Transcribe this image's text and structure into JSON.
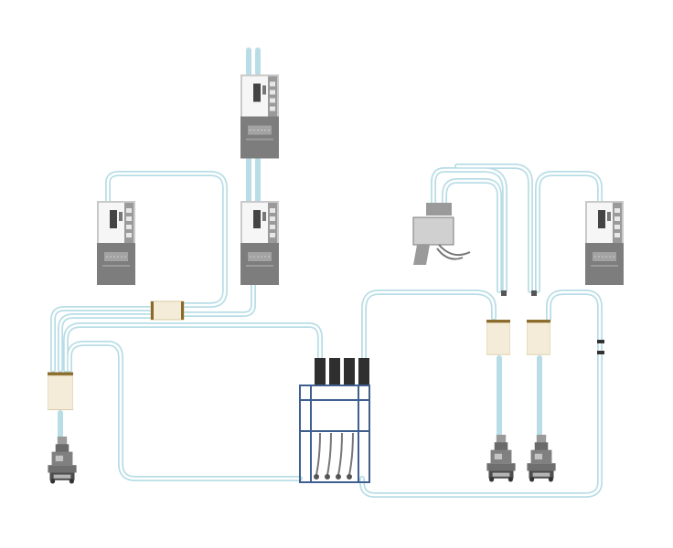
{
  "diagram": {
    "type": "pneumatic-conveying-system-schematic",
    "colors": {
      "tube_outer": "#b8dde6",
      "tube_inner": "#ffffff",
      "hopper_body": "#d9d9d9",
      "hopper_panel": "#f4f4f4",
      "hopper_base": "#7d7d7d",
      "filter_body": "#f4ecd8",
      "filter_cap": "#8a6a2a",
      "manifold_frame": "#3f5f8f",
      "valve_dark": "#2f2f2f",
      "machine_dark": "#555555"
    },
    "components": [
      "vacuum-hopper-loader",
      "vacuum-hopper-loader",
      "vacuum-hopper-loader",
      "vacuum-hopper-loader",
      "inline-filter",
      "inline-filter",
      "inline-filter",
      "inline-filter",
      "distribution-manifold",
      "injection-molding-machine",
      "injection-molding-machine",
      "injection-molding-machine",
      "hopper-receiver"
    ]
  }
}
